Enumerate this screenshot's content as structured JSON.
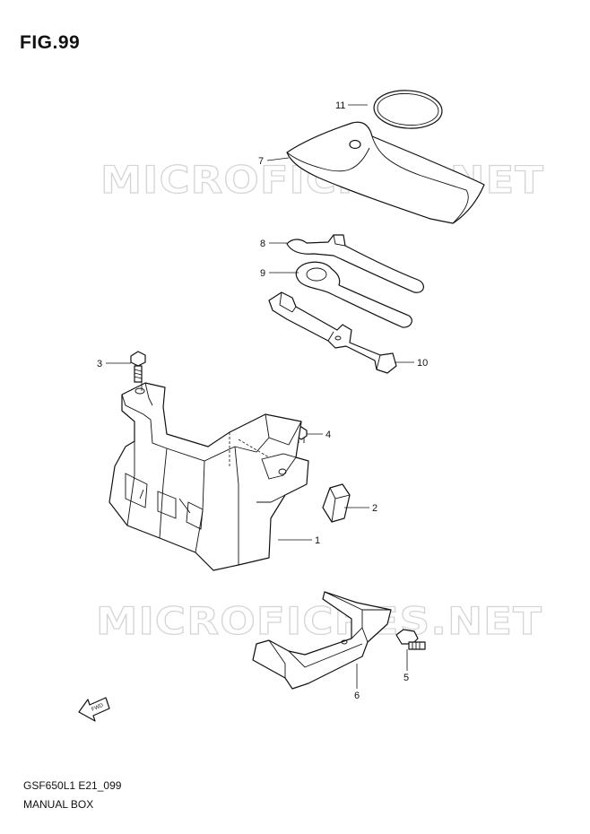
{
  "figure": {
    "title": "FIG.99",
    "model_code": "GSF650L1 E21_099",
    "section_name": "MANUAL BOX"
  },
  "watermark": {
    "text": "MICROFICHES.NET"
  },
  "callouts": [
    {
      "number": "1",
      "part": "manual box"
    },
    {
      "number": "2",
      "part": "cushion"
    },
    {
      "number": "3",
      "part": "bolt"
    },
    {
      "number": "4",
      "part": "screw"
    },
    {
      "number": "5",
      "part": "bolt"
    },
    {
      "number": "6",
      "part": "bracket"
    },
    {
      "number": "7",
      "part": "tool bag"
    },
    {
      "number": "8",
      "part": "spanner"
    },
    {
      "number": "9",
      "part": "ring spanner"
    },
    {
      "number": "10",
      "part": "box driver"
    },
    {
      "number": "11",
      "part": "band"
    }
  ],
  "fwd_arrow": {
    "label": "FWD"
  }
}
